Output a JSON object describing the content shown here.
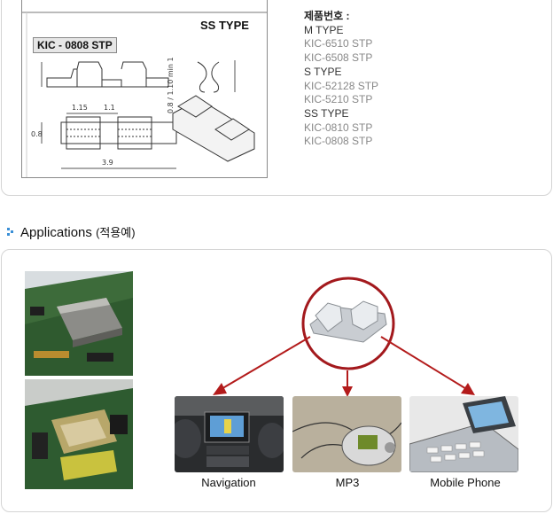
{
  "drawing": {
    "type_title": "SS TYPE",
    "model_label": "KIC - 0808 STP",
    "dimensions": {
      "d1": "1.15",
      "d2": "1.1",
      "d3": "3.9",
      "d4": "0.8",
      "d5": "0.8 / 1.10 min 1"
    }
  },
  "specs": {
    "heading": "제품번호 :",
    "groups": [
      {
        "type": "M TYPE",
        "items": [
          "KIC-6510 STP",
          "KIC-6508 STP"
        ]
      },
      {
        "type": "S TYPE",
        "items": [
          "KIC-52128 STP",
          "KIC-5210 STP"
        ]
      },
      {
        "type": "SS TYPE",
        "items": [
          "KIC-0810 STP",
          "KIC-0808 STP"
        ]
      }
    ]
  },
  "applications": {
    "title": "Applications",
    "title_ko": "(적용예)",
    "items": [
      {
        "label": "Navigation"
      },
      {
        "label": "MP3"
      },
      {
        "label": "Mobile Phone"
      }
    ]
  },
  "colors": {
    "arrow": "#b31b1b",
    "bullet": "#3a8fd6",
    "panel_border": "#d4d4d4"
  },
  "icons": [
    "bullet-icon"
  ]
}
